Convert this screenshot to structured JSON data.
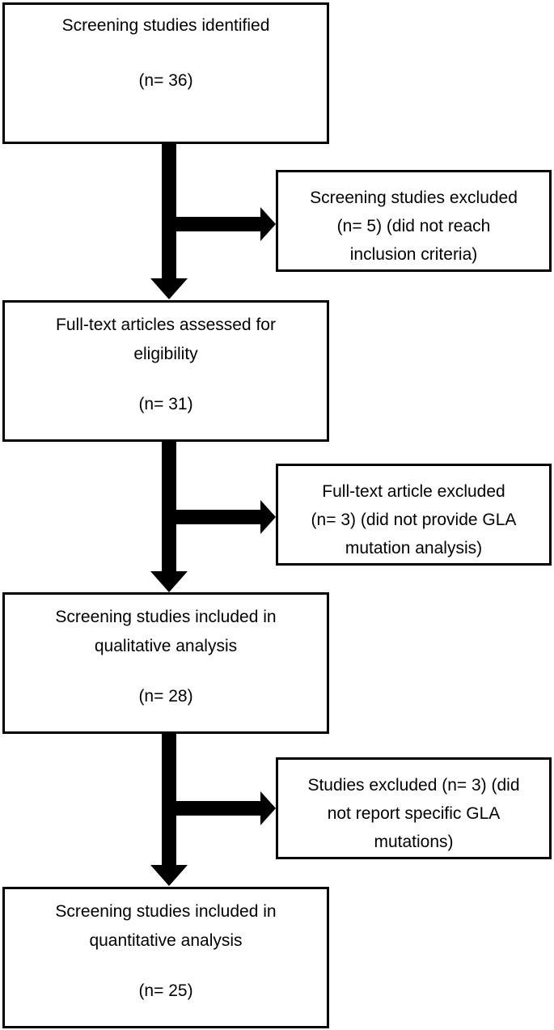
{
  "flow": {
    "identified": {
      "lines": [
        "Screening studies identified"
      ],
      "count": "(n= 36)"
    },
    "excluded_screening": {
      "lines": [
        "Screening studies excluded",
        "(n= 5) (did not reach",
        "inclusion criteria)"
      ]
    },
    "fulltext": {
      "lines": [
        "Full-text articles assessed for",
        "eligibility"
      ],
      "count": "(n= 31)"
    },
    "excluded_fulltext": {
      "lines": [
        "Full-text article excluded",
        "(n= 3) (did not provide GLA",
        "mutation analysis)"
      ]
    },
    "qualitative": {
      "lines": [
        "Screening studies included in",
        "qualitative analysis"
      ],
      "count": "(n= 28)"
    },
    "excluded_studies": {
      "lines": [
        "Studies excluded (n= 3) (did",
        "not report specific GLA",
        "mutations)"
      ]
    },
    "quantitative": {
      "lines": [
        "Screening studies included in",
        "quantitative analysis"
      ],
      "count": "(n= 25)"
    }
  }
}
